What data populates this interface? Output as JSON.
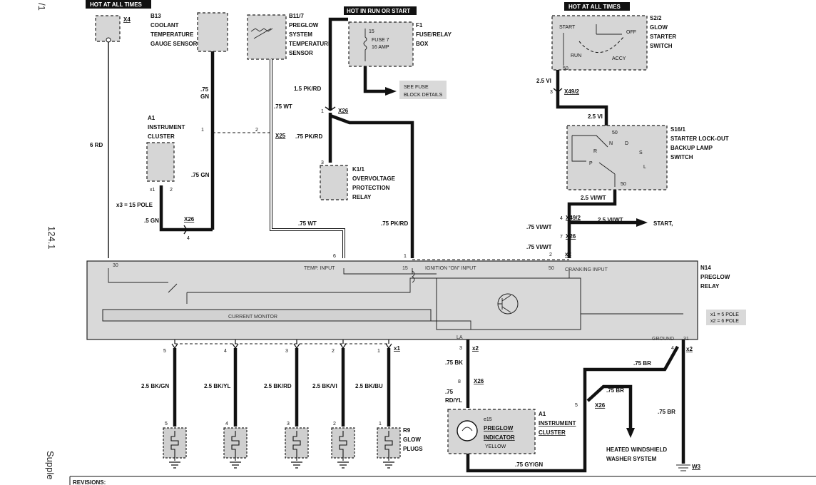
{
  "page": {
    "side_code_top": "/1",
    "side_code_mid": "124.1",
    "side_code_bottom": "Supple",
    "revisions": "REVISIONS:"
  },
  "banners": {
    "left": "HOT AT ALL TIMES",
    "middle": "HOT IN RUN OR START",
    "right": "HOT AT ALL TIMES"
  },
  "components": {
    "x4": "X4",
    "b13": [
      "B13",
      "COOLANT",
      "TEMPERATURE",
      "GAUGE SENSOR"
    ],
    "b11": [
      "B11/7",
      "PREGLOW",
      "SYSTEM",
      "TEMPERATURE",
      "SENSOR"
    ],
    "f1": [
      "F1",
      "FUSE/RELAY",
      "BOX"
    ],
    "fuse_label": [
      "FUSE 7",
      "16 AMP"
    ],
    "fuse_pin_top": "15",
    "see_fuse": [
      "SEE FUSE",
      "BLOCK DETAILS"
    ],
    "s2": [
      "S2/2",
      "GLOW",
      "STARTER",
      "SWITCH"
    ],
    "s2_positions": [
      "START",
      "OFF",
      "RUN",
      "ACCY"
    ],
    "s2_pin": "50",
    "a1_top": [
      "A1",
      "INSTRUMENT",
      "CLUSTER"
    ],
    "k1": [
      "K1/1",
      "OVERVOLTAGE",
      "PROTECTION",
      "RELAY"
    ],
    "s16": [
      "S16/1",
      "STARTER LOCK-OUT",
      "BACKUP LAMP",
      "SWITCH"
    ],
    "s16_pins": [
      "50",
      "50"
    ],
    "s16_positions": [
      "N",
      "D",
      "R",
      "S",
      "P",
      "L"
    ],
    "n14": [
      "N14",
      "PREGLOW",
      "RELAY"
    ],
    "relay_pins": [
      "30",
      "TEMP. INPUT",
      "15",
      "IGNITION \"ON\" INPUT",
      "50",
      "CRANKING INPUT",
      "LA",
      "GROUND",
      "31"
    ],
    "current_monitor": "CURRENT MONITOR",
    "pole_note": [
      "x1 = 5 POLE",
      "x2 = 6 POLE"
    ],
    "e15": [
      "e15",
      "PREGLOW",
      "INDICATOR",
      "YELLOW"
    ],
    "a1_bottom": [
      "A1",
      "INSTRUMENT",
      "CLUSTER"
    ],
    "r9": [
      "R9",
      "GLOW",
      "PLUGS"
    ],
    "washer": [
      "HEATED WINDSHIELD",
      "WASHER SYSTEM"
    ],
    "w3": "W3",
    "start": "START,"
  },
  "wires": {
    "rd6": "6 RD",
    "gn75": [
      ".75",
      "GN"
    ],
    "gn75b": ".75 GN",
    "gn5": ".5 GN",
    "wt75a": ".75 WT",
    "wt75b": ".75 WT",
    "pkrd15": "1.5 PK/RD",
    "pkrd75a": ".75 PK/RD",
    "pkrd75b": ".75 PK/RD",
    "vi25a": "2.5 VI",
    "vi25b": "2.5 VI",
    "viwt25a": "2.5 VI/WT",
    "viwt25b": "2.5 VI/WT",
    "viwt75a": ".75 VI/WT",
    "viwt75b": ".75 VI/WT",
    "bk75": ".75 BK",
    "rdyl75": [
      ".75",
      "RD/YL"
    ],
    "gygn75": ".75 GY/GN",
    "br75a": ".75 BR",
    "br75b": ".75 BR",
    "br75c": ".75 BR",
    "plug_wires": [
      "2.5 BK/GN",
      "2.5 BK/YL",
      "2.5 BK/RD",
      "2.5 BK/VI",
      "2.5 BK/BU"
    ],
    "x3_note": "x3 = 15 POLE"
  },
  "connectors": {
    "x26a": "X26",
    "x25": "X25",
    "x26b": "X26",
    "x492a": "X49/2",
    "x492b": "X49/2",
    "x26c": "X26",
    "x2a": "x2",
    "x1": "x1",
    "x2b": "x2",
    "x2c": "x2",
    "x26d": "X26",
    "x26e": "X26",
    "x1_small": "x1"
  },
  "pins": {
    "p1": "1",
    "p2": "2",
    "p3": "3",
    "p4": "4",
    "p6": "6",
    "p7": "7",
    "p8": "8",
    "p1b": "1",
    "p2b": "2",
    "p3b": "3",
    "p4b": "4",
    "p5b": "5",
    "plug_pins": [
      "5",
      "4",
      "3",
      "2",
      "1"
    ],
    "plug_bottom_pins": [
      "5",
      "4",
      "3",
      "2",
      "1"
    ]
  }
}
